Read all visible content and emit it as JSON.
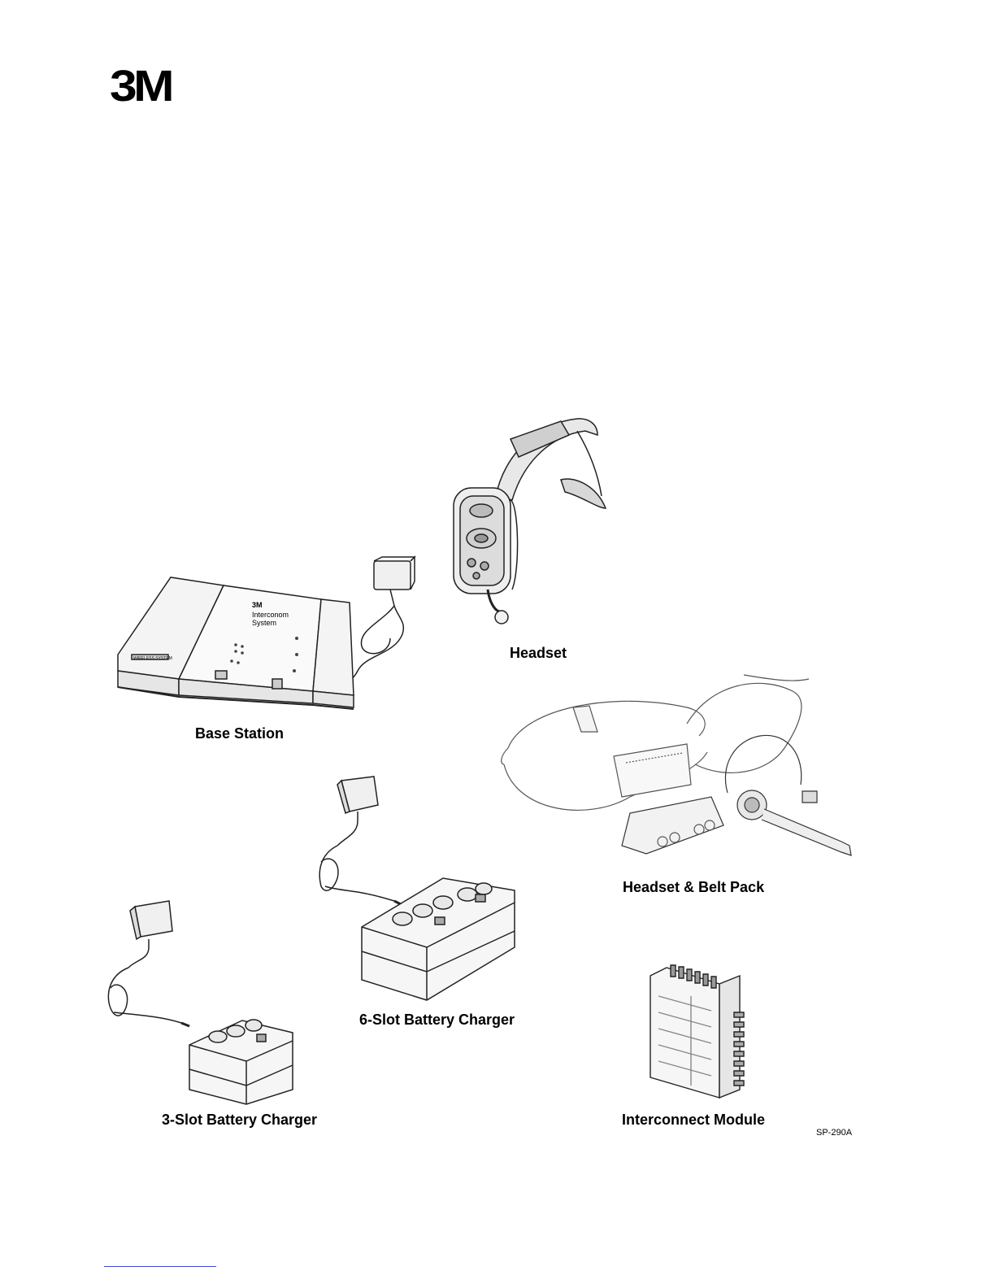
{
  "brand": {
    "logo_text": "3M"
  },
  "figure": {
    "labels": {
      "headset": "Headset",
      "base_station": "Base Station",
      "headset_belt_pack": "Headset & Belt Pack",
      "six_slot_charger": "6-Slot Battery Charger",
      "three_slot_charger": "3-Slot Battery Charger",
      "interconnect_module": "Interconnect Module"
    },
    "figure_code": "SP-290A",
    "base_station_text": {
      "brand": "3M",
      "product_line1": "Interconom",
      "product_line2": "System",
      "side_label": "WIRELESS SYSTEM"
    }
  }
}
